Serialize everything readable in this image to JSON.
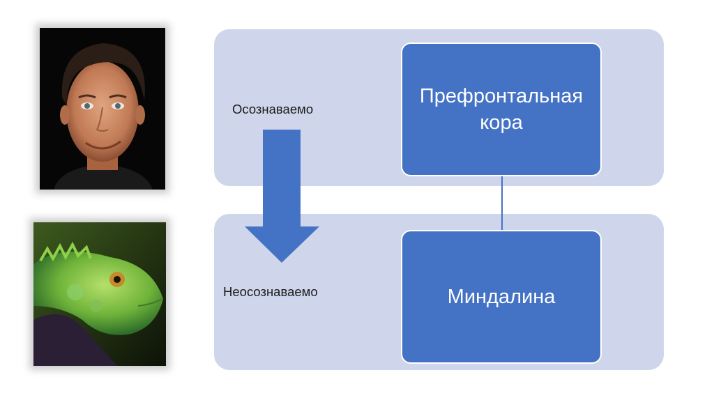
{
  "diagram": {
    "top_label": "Осознаваемо",
    "bottom_label": "Неосознаваемо",
    "top_node": "Префронтальная кора",
    "bottom_node": "Миндалина"
  },
  "colors": {
    "band": "#cfd5ea",
    "node": "#4472c4",
    "arrow": "#4472c4"
  },
  "images": {
    "top": "human-face-photo",
    "bottom": "green-iguana-photo"
  }
}
